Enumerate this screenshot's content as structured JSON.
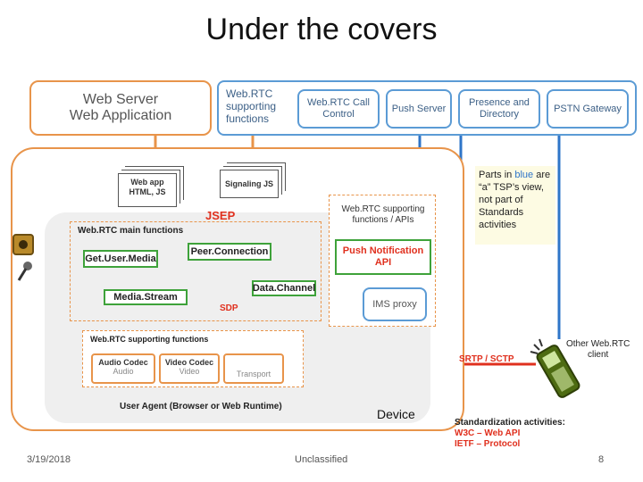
{
  "title": "Under the covers",
  "web_server": {
    "line1": "Web Server",
    "line2": "Web Application"
  },
  "tsp_functions": {
    "label": [
      "Web.RTC",
      "supporting",
      "functions"
    ],
    "boxes": [
      "Web.RTC Call Control",
      "Push Server",
      "Presence and Directory",
      "PSTN Gateway"
    ]
  },
  "docs": {
    "web_app": [
      "Web app",
      "HTML, JS"
    ],
    "signaling": "Signaling JS"
  },
  "jsep": "JSEP",
  "webrtc_main": "Web.RTC main functions",
  "get_user_media": "Get.User.Media",
  "peer_connection": "Peer.Connection",
  "media_stream": "Media.Stream",
  "data_channel": "Data.Channel",
  "sdp": "SDP",
  "support_apis": {
    "title": "Web.RTC supporting functions / APIs",
    "push": "Push Notification API",
    "ims": "IMS proxy"
  },
  "support_funcs": {
    "title": "Web.RTC supporting functions",
    "audio": {
      "name": "Audio Codec",
      "sub": "Audio"
    },
    "video": {
      "name": "Video Codec",
      "sub": "Video"
    },
    "transport": "Transport"
  },
  "user_agent": "User Agent (Browser or Web Runtime)",
  "device": "Device",
  "note": {
    "pre": "Parts in ",
    "blue": "blue",
    "post": " are “a” TSP’s view, not part of Standards activities",
    "color": "#2e75c8"
  },
  "srtp": "SRTP /  SCTP",
  "other_client": [
    "Other Web.RTC",
    "client"
  ],
  "standardization": {
    "title": "Standardization activities:",
    "w3c": "W3C – Web API",
    "ietf": "IETF – Protocol"
  },
  "footer": {
    "date": "3/19/2018",
    "classification": "Unclassified",
    "page": "8"
  },
  "colors": {
    "orange": "#e8944a",
    "blue": "#5b9bd5",
    "green": "#3ea23a",
    "red": "#e0301e"
  }
}
